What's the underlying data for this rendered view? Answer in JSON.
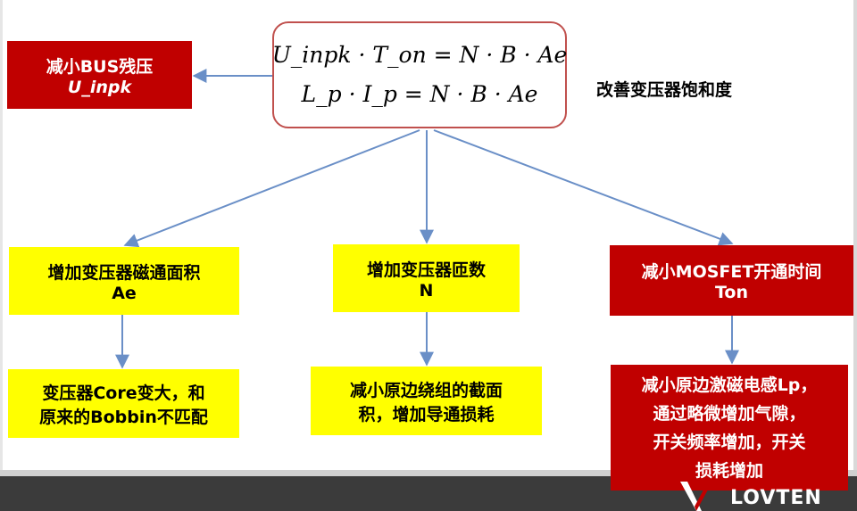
{
  "formula": {
    "line1": "U_inpk · T_on = N · B · Ae",
    "line2": "L_p · I_p = N · B · Ae"
  },
  "title_label": "改善变压器饱和度",
  "bus_box": {
    "line1": "减小BUS残压",
    "line2": "U_inpk"
  },
  "branches": {
    "ae": {
      "top_line1": "增加变压器磁通面积",
      "top_line2": "Ae",
      "bottom_line1": "变压器Core变大，和",
      "bottom_line2": "原来的Bobbin不匹配"
    },
    "n": {
      "top_line1": "增加变压器匝数",
      "top_line2": "N",
      "bottom_line1": "减小原边绕组的截面",
      "bottom_line2": "积，增加导通损耗"
    },
    "ton": {
      "top_line1": "减小MOSFET开通时间",
      "top_line2": "Ton",
      "bottom_line1": "减小原边激磁电感Lp，",
      "bottom_line2": "通过略微增加气隙，",
      "bottom_line3": "开关频率增加，开关",
      "bottom_line4": "损耗增加"
    }
  },
  "logo_text": "LOVTEN",
  "colors": {
    "red": "#c00000",
    "yellow": "#ffff00",
    "arrow": "#6a8fc7",
    "formula_border": "#c0504d"
  }
}
